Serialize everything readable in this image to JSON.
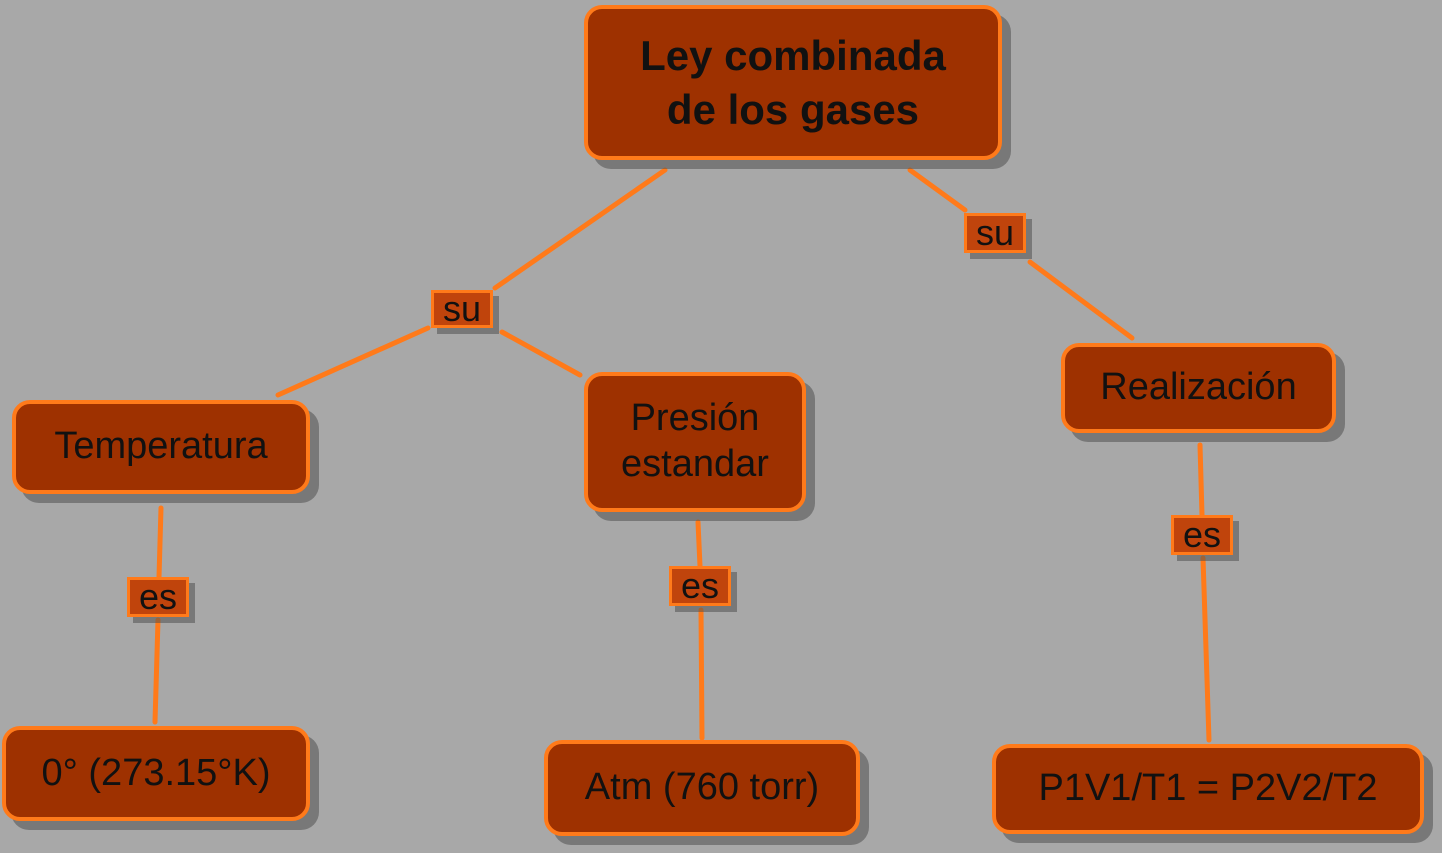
{
  "colors": {
    "background": "#a8a8a8",
    "node_fill": "#9e3100",
    "node_border": "#ff7a1a",
    "label_fill": "#c0440c",
    "connector": "#ff7a1a",
    "text": "#111111"
  },
  "diagram": {
    "root": {
      "label": "Ley combinada\nde los gases"
    },
    "concepts": {
      "temperatura": {
        "label": "Temperatura"
      },
      "presion": {
        "label": "Presión\nestandar"
      },
      "realizacion": {
        "label": "Realización"
      },
      "temp_value": {
        "label": "0° (273.15°K)"
      },
      "pres_value": {
        "label": "Atm (760 torr)"
      },
      "formula": {
        "label": "P1V1/T1 = P2V2/T2"
      }
    },
    "links": {
      "su_left": "su",
      "su_right": "su",
      "es_temperatura": "es",
      "es_presion": "es",
      "es_realizacion": "es"
    },
    "edges": [
      {
        "from": "root",
        "via": "su_left",
        "to": "temperatura"
      },
      {
        "from": "root",
        "via": "su_left",
        "to": "presion"
      },
      {
        "from": "root",
        "via": "su_right",
        "to": "realizacion"
      },
      {
        "from": "temperatura",
        "via": "es_temperatura",
        "to": "temp_value"
      },
      {
        "from": "presion",
        "via": "es_presion",
        "to": "pres_value"
      },
      {
        "from": "realizacion",
        "via": "es_realizacion",
        "to": "formula"
      }
    ]
  }
}
